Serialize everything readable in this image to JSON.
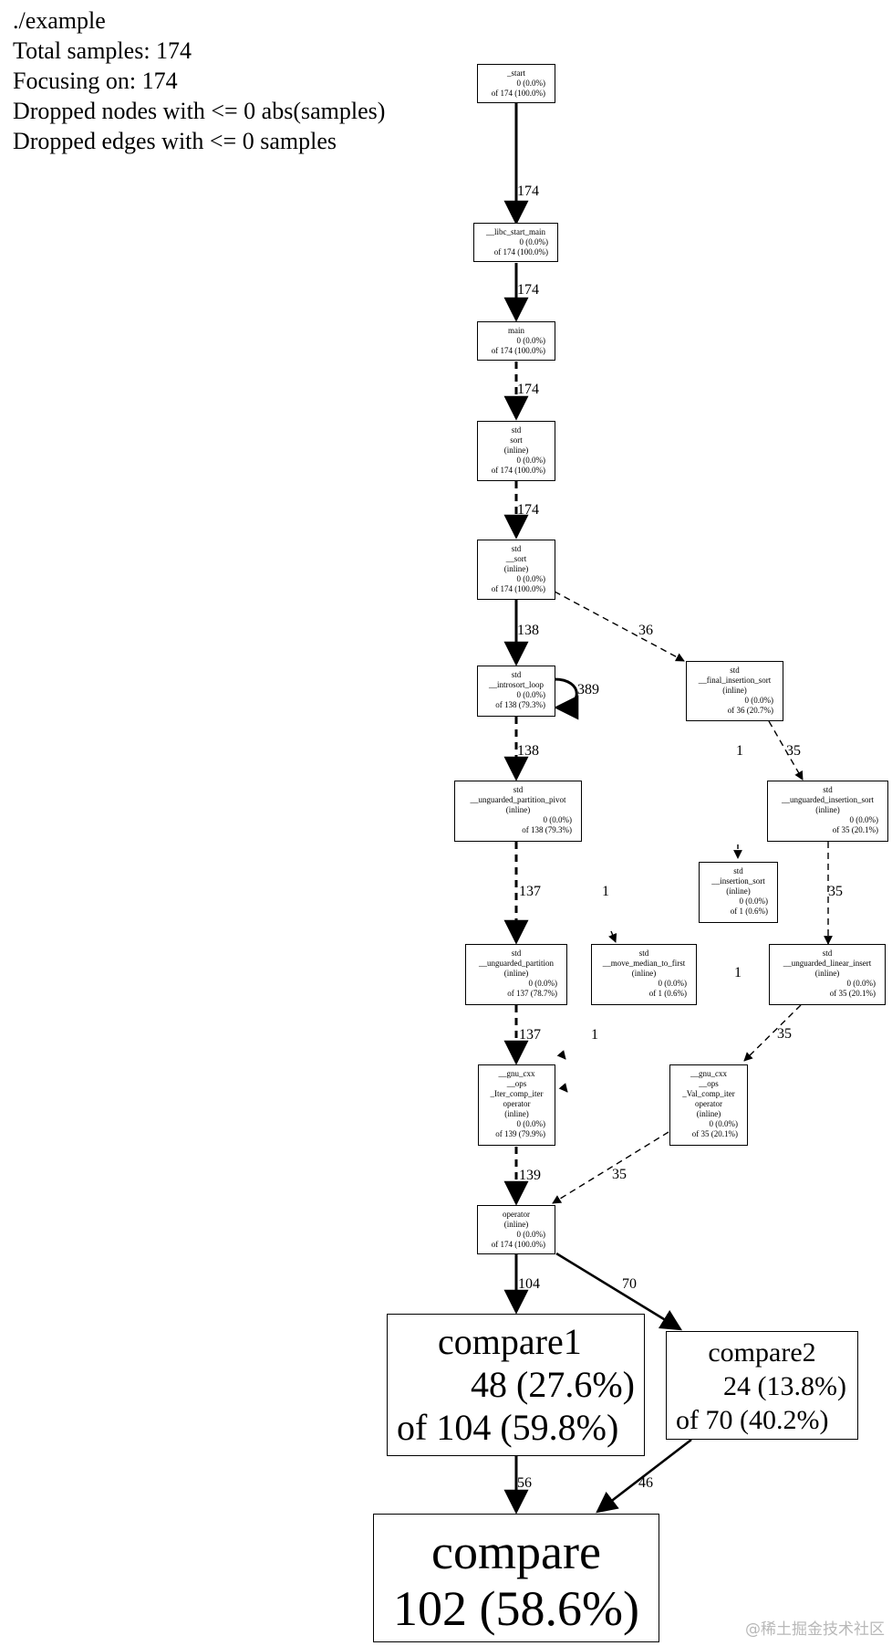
{
  "legend": {
    "binary": "./example",
    "total": "Total samples: 174",
    "focus": "Focusing on: 174",
    "dropped_nodes": "Dropped nodes with <= 0 abs(samples)",
    "dropped_edges": "Dropped edges with <= 0 samples"
  },
  "nodes": {
    "start": {
      "name": "_start",
      "flat": "0 (0.0%)",
      "cum": "of 174 (100.0%)"
    },
    "libc_start_main": {
      "name": "__libc_start_main",
      "flat": "0 (0.0%)",
      "cum": "of 174 (100.0%)"
    },
    "main": {
      "name": "main",
      "flat": "0 (0.0%)",
      "cum": "of 174 (100.0%)"
    },
    "std_sort": {
      "ns": "std",
      "name": "sort",
      "inline": "(inline)",
      "flat": "0 (0.0%)",
      "cum": "of 174 (100.0%)"
    },
    "std_sort2": {
      "ns": "std",
      "name": "__sort",
      "inline": "(inline)",
      "flat": "0 (0.0%)",
      "cum": "of 174 (100.0%)"
    },
    "introsort_loop": {
      "ns": "std",
      "name": "__introsort_loop",
      "flat": "0 (0.0%)",
      "cum": "of 138 (79.3%)"
    },
    "final_insertion_sort": {
      "ns": "std",
      "name": "__final_insertion_sort",
      "inline": "(inline)",
      "flat": "0 (0.0%)",
      "cum": "of 36 (20.7%)"
    },
    "unguarded_partition_pivot": {
      "ns": "std",
      "name": "__unguarded_partition_pivot",
      "inline": "(inline)",
      "flat": "0 (0.0%)",
      "cum": "of 138 (79.3%)"
    },
    "unguarded_insertion_sort": {
      "ns": "std",
      "name": "__unguarded_insertion_sort",
      "inline": "(inline)",
      "flat": "0 (0.0%)",
      "cum": "of 35 (20.1%)"
    },
    "insertion_sort": {
      "ns": "std",
      "name": "__insertion_sort",
      "inline": "(inline)",
      "flat": "0 (0.0%)",
      "cum": "of 1 (0.6%)"
    },
    "unguarded_partition": {
      "ns": "std",
      "name": "__unguarded_partition",
      "inline": "(inline)",
      "flat": "0 (0.0%)",
      "cum": "of 137 (78.7%)"
    },
    "move_median_to_first": {
      "ns": "std",
      "name": "__move_median_to_first",
      "inline": "(inline)",
      "flat": "0 (0.0%)",
      "cum": "of 1 (0.6%)"
    },
    "unguarded_linear_insert": {
      "ns": "std",
      "name": "__unguarded_linear_insert",
      "inline": "(inline)",
      "flat": "0 (0.0%)",
      "cum": "of 35 (20.1%)"
    },
    "iter_comp_iter": {
      "ns": "__gnu_cxx",
      "ns2": "__ops",
      "name": "_Iter_comp_iter",
      "op": "operator",
      "inline": "(inline)",
      "flat": "0 (0.0%)",
      "cum": "of 139 (79.9%)"
    },
    "val_comp_iter": {
      "ns": "__gnu_cxx",
      "ns2": "__ops",
      "name": "_Val_comp_iter",
      "op": "operator",
      "inline": "(inline)",
      "flat": "0 (0.0%)",
      "cum": "of 35 (20.1%)"
    },
    "operator": {
      "name": "operator",
      "inline": "(inline)",
      "flat": "0 (0.0%)",
      "cum": "of 174 (100.0%)"
    },
    "compare1": {
      "name": "compare1",
      "flat": "48 (27.6%)",
      "cum": "of 104 (59.8%)"
    },
    "compare2": {
      "name": "compare2",
      "flat": "24 (13.8%)",
      "cum": "of 70 (40.2%)"
    },
    "compare": {
      "name": "compare",
      "flat": "102 (58.6%)"
    }
  },
  "edges": {
    "start_libc": "174",
    "libc_main": "174",
    "main_sort": "174",
    "sort_sort2": "174",
    "sort2_introsort": "138",
    "sort2_final": "36",
    "introsort_self": "389",
    "introsort_pivot": "138",
    "final_unguarded_ins": "35",
    "final_insertion": "1",
    "pivot_partition": "137",
    "pivot_median": "1",
    "unguarded_ins_linear": "35",
    "median_iter": "1",
    "partition_iter": "137",
    "insertion_iter": "1",
    "linear_val": "35",
    "iter_operator": "139",
    "val_operator": "35",
    "operator_compare1": "104",
    "operator_compare2": "70",
    "compare1_compare": "56",
    "compare2_compare": "46"
  },
  "watermark": "@稀土掘金技术社区"
}
